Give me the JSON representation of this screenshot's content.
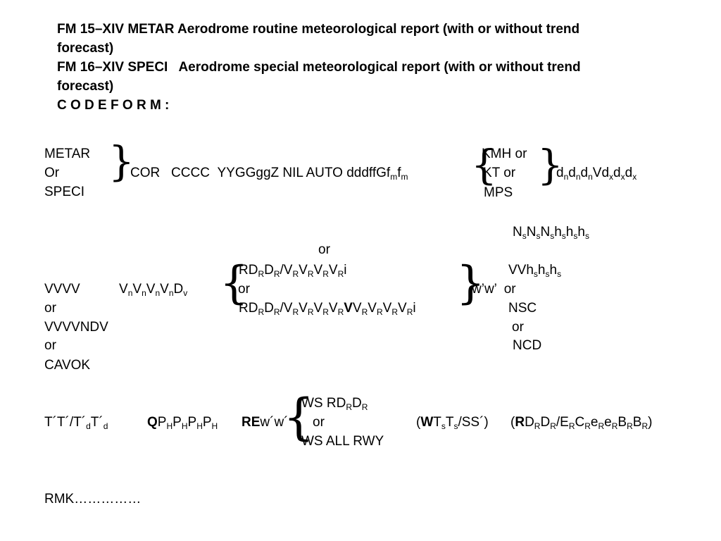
{
  "header": {
    "line1": "FM 15–XIV METAR Aerodrome routine meteorological report (with or without trend",
    "line1b": "forecast)",
    "line2": "FM 16–XIV SPECI   Aerodrome special meteorological report (with or without trend",
    "line2b": "forecast)",
    "codeform": "C O D E F O R M :"
  },
  "group1": {
    "metar": "METAR",
    "or": "Or",
    "speci": "SPECI",
    "main": "COR   CCCC  YYGGggZ NIL AUTO dddffGf",
    "kmh": "KMH or",
    "kt": "KT or",
    "mps": "MPS",
    "dir_prefix": "d",
    "vd": "Vd"
  },
  "group2": {
    "vvvv": "VVVV",
    "or1": "or",
    "vvvvndv": "VVVVNDV",
    "or2": "or",
    "cavok": "CAVOK",
    "or_top": "or",
    "or_mid": "or",
    "ww": "w’w’  or",
    "vvh": "VVh",
    "nsc": "NSC",
    "or_right": "or",
    "ncd": "NCD"
  },
  "group3": {
    "t": "T´T´/T´",
    "q": "Q",
    "re": "RE",
    "ws_rd": "WS RD",
    "or": "or",
    "ws_all": "WS ALL RWY",
    "wt_w": "W",
    "wt_ss": "/SS´)",
    "r": "R"
  },
  "rmk": "RMK……………"
}
